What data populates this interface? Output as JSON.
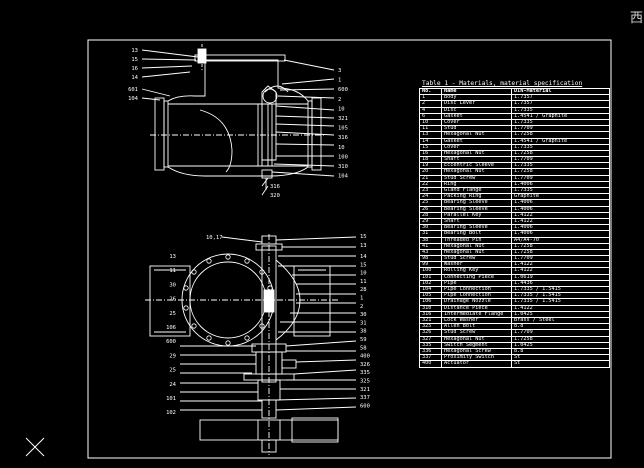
{
  "corner_glyph": "西",
  "table": {
    "title": "Table 1 - Materials, material specification",
    "headers": [
      "No.",
      "Name",
      "DIN-Material"
    ],
    "rows": [
      [
        "1",
        "Body",
        "1.7357"
      ],
      [
        "2",
        "Disc Lever",
        "1.7357"
      ],
      [
        "4",
        "Disc",
        "1.7335"
      ],
      [
        "6",
        "Gasket",
        "1.4541 / Graphite"
      ],
      [
        "10",
        "Cover",
        "1.7335"
      ],
      [
        "11",
        "Stud",
        "1.7709"
      ],
      [
        "13",
        "Hexagonal Nut",
        "1.7258"
      ],
      [
        "14",
        "Gasket",
        "1.4541 / Graphite"
      ],
      [
        "15",
        "Cover",
        "1.7335"
      ],
      [
        "16",
        "Hexagonal Nut",
        "1.7258"
      ],
      [
        "18",
        "Shaft",
        "1.7709"
      ],
      [
        "19",
        "Eccentric Sleeve",
        "1.7335"
      ],
      [
        "20",
        "Hexagonal Nut",
        "1.7258"
      ],
      [
        "21",
        "Stud Screw",
        "1.7709"
      ],
      [
        "22",
        "Ring",
        "1.4006"
      ],
      [
        "23",
        "Gland Flange",
        "1.7335"
      ],
      [
        "24",
        "Packing Ring",
        "Graphite"
      ],
      [
        "25",
        "Bearing Sleeve",
        "1.4006"
      ],
      [
        "26",
        "Bearing Sleeve",
        "1.4006"
      ],
      [
        "28",
        "Parallel Key",
        "1.4122"
      ],
      [
        "29",
        "Shaft",
        "1.4122"
      ],
      [
        "30",
        "Bearing Sleeve",
        "1.4006"
      ],
      [
        "31",
        "Bearing Bolt",
        "1.4006"
      ],
      [
        "38",
        "Threaded Pin",
        "A4/A4-70"
      ],
      [
        "41",
        "Hexagonal Nut",
        "1.7258"
      ],
      [
        "43",
        "Hexagonal Nut",
        "1.7258"
      ],
      [
        "98",
        "Stud Screw",
        "1.7709"
      ],
      [
        "99",
        "Washer",
        "1.4122"
      ],
      [
        "100",
        "Rolling Key",
        "1.4122"
      ],
      [
        "101",
        "Connecting Piece",
        "1.0619"
      ],
      [
        "102",
        "Pipe",
        "1.4436"
      ],
      [
        "104",
        "Pipe Connection",
        "1.7335 / 1.5415"
      ],
      [
        "105",
        "Pipe Connection",
        "1.7335 / 1.5415"
      ],
      [
        "106",
        "Drainage Nozzle",
        "1.7335 / 1.5415"
      ],
      [
        "310",
        "Distance Piece",
        "1.4122"
      ],
      [
        "316",
        "Intermediate Flange",
        "1.0425"
      ],
      [
        "321",
        "Lock Washer",
        "Brass / Steel"
      ],
      [
        "325",
        "Allen Bolt",
        "8.8"
      ],
      [
        "326",
        "Stud Screw",
        "1.7709"
      ],
      [
        "327",
        "Hexagonal Nut",
        "1.7258"
      ],
      [
        "335",
        "Switch Segment",
        "1.0425"
      ],
      [
        "336",
        "Hexagonal Screw",
        "8.8"
      ],
      [
        "337",
        "Proximity Switch",
        "St"
      ],
      [
        "400",
        "Actuator",
        "St"
      ]
    ]
  },
  "top_view": {
    "left_labels": [
      "13",
      "15",
      "16",
      "14",
      "601",
      "104"
    ],
    "right_labels": [
      "3",
      "1",
      "600",
      "2",
      "10",
      "321",
      "105",
      "316",
      "10",
      "100",
      "310",
      "104"
    ],
    "bottom_labels": [
      "316",
      "320"
    ]
  },
  "bottom_view": {
    "top_labels": [
      "10,17",
      "15",
      "13"
    ],
    "left_labels": [
      "13",
      "11",
      "30",
      "26",
      "25",
      "106",
      "600",
      "29",
      "25",
      "24",
      "101",
      "102"
    ],
    "right_labels": [
      "14",
      "15",
      "10",
      "11",
      "28",
      "1",
      "2",
      "30",
      "31",
      "38",
      "59",
      "58",
      "400",
      "326",
      "335",
      "325",
      "321",
      "337",
      "600"
    ]
  },
  "colors": {
    "background": "#000000",
    "lines": "#ffffff",
    "frame": "#ffffff"
  }
}
